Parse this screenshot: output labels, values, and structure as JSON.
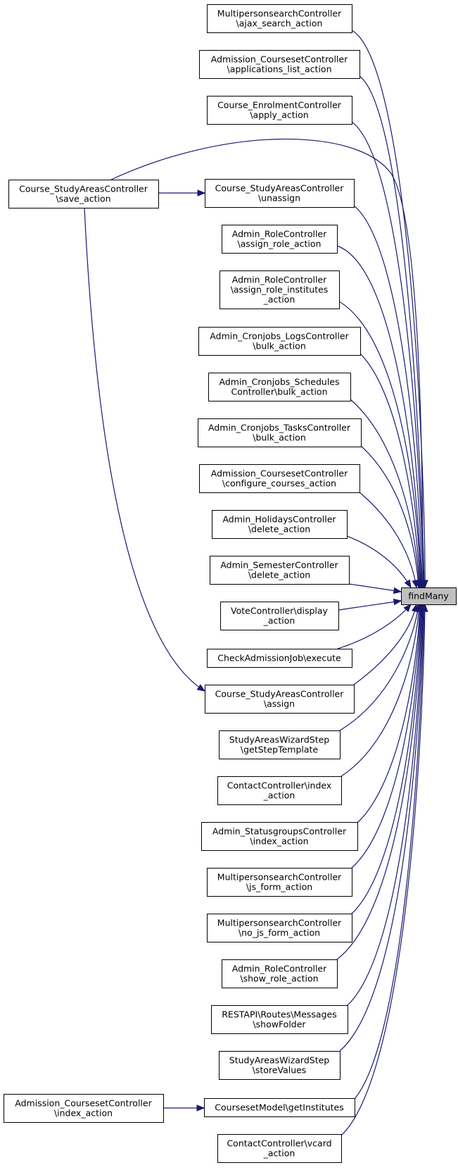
{
  "target": {
    "id": "findMany",
    "lines": [
      "findMany"
    ]
  },
  "nodes": [
    {
      "id": "mp_ajax",
      "lines": [
        "MultipersonsearchController",
        "\\ajax_search_action"
      ]
    },
    {
      "id": "acs_applist",
      "lines": [
        "Admission_CoursesetController",
        "\\applications_list_action"
      ]
    },
    {
      "id": "ce_apply",
      "lines": [
        "Course_EnrolmentController",
        "\\apply_action"
      ]
    },
    {
      "id": "csa_save",
      "lines": [
        "Course_StudyAreasController",
        "\\save_action"
      ]
    },
    {
      "id": "csa_unassign",
      "lines": [
        "Course_StudyAreasController",
        "\\unassign"
      ]
    },
    {
      "id": "arc_assign",
      "lines": [
        "Admin_RoleController",
        "\\assign_role_action"
      ]
    },
    {
      "id": "arc_assign_inst",
      "lines": [
        "Admin_RoleController",
        "\\assign_role_institutes",
        "_action"
      ]
    },
    {
      "id": "acl_bulk",
      "lines": [
        "Admin_Cronjobs_LogsController",
        "\\bulk_action"
      ]
    },
    {
      "id": "acs_bulk",
      "lines": [
        "Admin_Cronjobs_Schedules",
        "Controller\\bulk_action"
      ]
    },
    {
      "id": "act_bulk",
      "lines": [
        "Admin_Cronjobs_TasksController",
        "\\bulk_action"
      ]
    },
    {
      "id": "acs_configure",
      "lines": [
        "Admission_CoursesetController",
        "\\configure_courses_action"
      ]
    },
    {
      "id": "ahc_delete",
      "lines": [
        "Admin_HolidaysController",
        "\\delete_action"
      ]
    },
    {
      "id": "asc_delete",
      "lines": [
        "Admin_SemesterController",
        "\\delete_action"
      ]
    },
    {
      "id": "vc_display",
      "lines": [
        "VoteController\\display",
        "_action"
      ]
    },
    {
      "id": "caj_execute",
      "lines": [
        "CheckAdmissionJob\\execute"
      ]
    },
    {
      "id": "csa_assign",
      "lines": [
        "Course_StudyAreasController",
        "\\assign"
      ]
    },
    {
      "id": "saws_template",
      "lines": [
        "StudyAreasWizardStep",
        "\\getStepTemplate"
      ]
    },
    {
      "id": "cc_index",
      "lines": [
        "ContactController\\index",
        "_action"
      ]
    },
    {
      "id": "asg_index",
      "lines": [
        "Admin_StatusgroupsController",
        "\\index_action"
      ]
    },
    {
      "id": "mp_jsform",
      "lines": [
        "MultipersonsearchController",
        "\\js_form_action"
      ]
    },
    {
      "id": "mp_nojsform",
      "lines": [
        "MultipersonsearchController",
        "\\no_js_form_action"
      ]
    },
    {
      "id": "arc_show",
      "lines": [
        "Admin_RoleController",
        "\\show_role_action"
      ]
    },
    {
      "id": "rest_showfolder",
      "lines": [
        "RESTAPI\\Routes\\Messages",
        "\\showFolder"
      ]
    },
    {
      "id": "saws_store",
      "lines": [
        "StudyAreasWizardStep",
        "\\storeValues"
      ]
    },
    {
      "id": "csm_getinst",
      "lines": [
        "CoursesetModel\\getInstitutes"
      ]
    },
    {
      "id": "cc_vcard",
      "lines": [
        "ContactController\\vcard",
        "_action"
      ]
    },
    {
      "id": "acs_index",
      "lines": [
        "Admission_CoursesetController",
        "\\index_action"
      ]
    }
  ],
  "edges": [
    {
      "from": "mp_ajax",
      "to": "findMany"
    },
    {
      "from": "acs_applist",
      "to": "findMany"
    },
    {
      "from": "ce_apply",
      "to": "findMany"
    },
    {
      "from": "csa_save",
      "to": "findMany"
    },
    {
      "from": "csa_save",
      "to": "csa_unassign"
    },
    {
      "from": "csa_save",
      "to": "csa_assign"
    },
    {
      "from": "csa_unassign",
      "to": "findMany"
    },
    {
      "from": "arc_assign",
      "to": "findMany"
    },
    {
      "from": "arc_assign_inst",
      "to": "findMany"
    },
    {
      "from": "acl_bulk",
      "to": "findMany"
    },
    {
      "from": "acs_bulk",
      "to": "findMany"
    },
    {
      "from": "act_bulk",
      "to": "findMany"
    },
    {
      "from": "acs_configure",
      "to": "findMany"
    },
    {
      "from": "ahc_delete",
      "to": "findMany"
    },
    {
      "from": "asc_delete",
      "to": "findMany"
    },
    {
      "from": "vc_display",
      "to": "findMany"
    },
    {
      "from": "caj_execute",
      "to": "findMany"
    },
    {
      "from": "csa_assign",
      "to": "findMany"
    },
    {
      "from": "saws_template",
      "to": "findMany"
    },
    {
      "from": "cc_index",
      "to": "findMany"
    },
    {
      "from": "asg_index",
      "to": "findMany"
    },
    {
      "from": "mp_jsform",
      "to": "findMany"
    },
    {
      "from": "mp_nojsform",
      "to": "findMany"
    },
    {
      "from": "arc_show",
      "to": "findMany"
    },
    {
      "from": "rest_showfolder",
      "to": "findMany"
    },
    {
      "from": "saws_store",
      "to": "findMany"
    },
    {
      "from": "csm_getinst",
      "to": "findMany"
    },
    {
      "from": "acs_index",
      "to": "csm_getinst"
    },
    {
      "from": "cc_vcard",
      "to": "findMany"
    }
  ]
}
